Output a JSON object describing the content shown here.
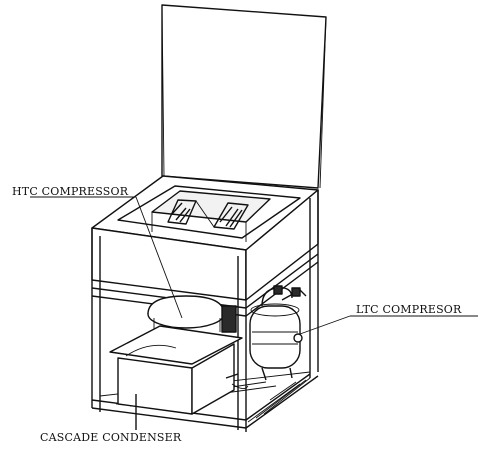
{
  "labels": {
    "htc_compressor": "HTC COMPRESSOR",
    "ltc_compressor": "LTC COMPRESOR",
    "cascade_condenser": "CASCADE CONDENSER"
  },
  "colors": {
    "line": "#111111",
    "background": "#ffffff",
    "shade": "#f2f2f2",
    "dark": "#2a2a2a"
  }
}
